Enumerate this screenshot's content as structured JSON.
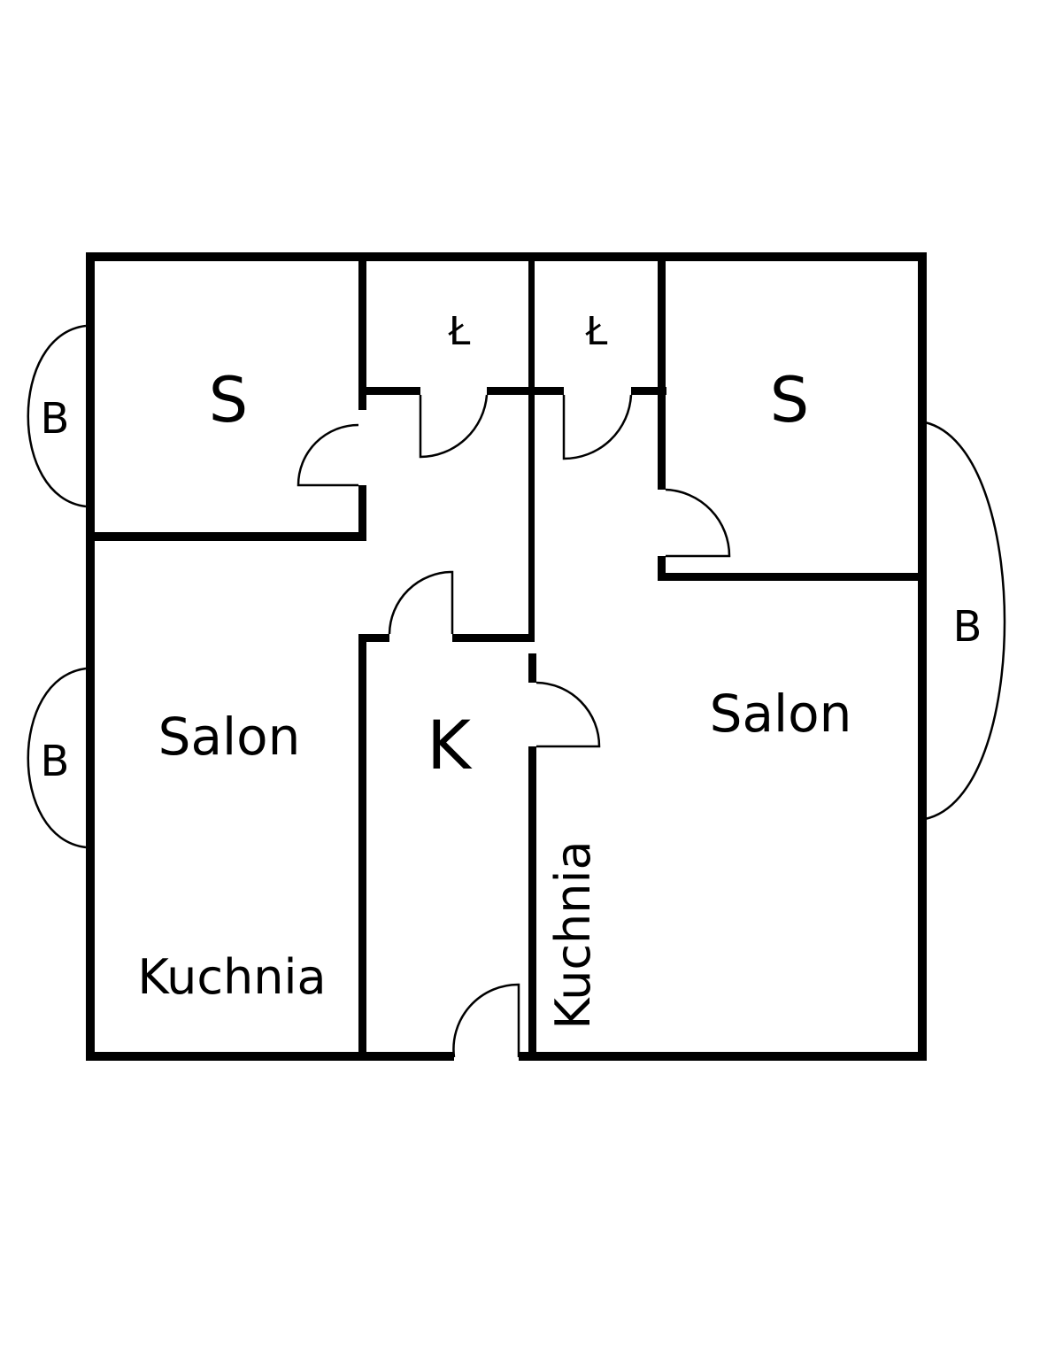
{
  "floor_plan": {
    "rooms": {
      "bedroom_left": "S",
      "bedroom_right": "S",
      "bathroom_left": "Ł",
      "bathroom_right": "Ł",
      "living_left": "Salon",
      "kitchen_left": "Kuchnia",
      "hall_kitchen": "K",
      "living_right": "Salon",
      "kitchen_right": "Kuchnia"
    },
    "balconies": {
      "left_top": "B",
      "left_bottom": "B",
      "right": "B"
    }
  }
}
